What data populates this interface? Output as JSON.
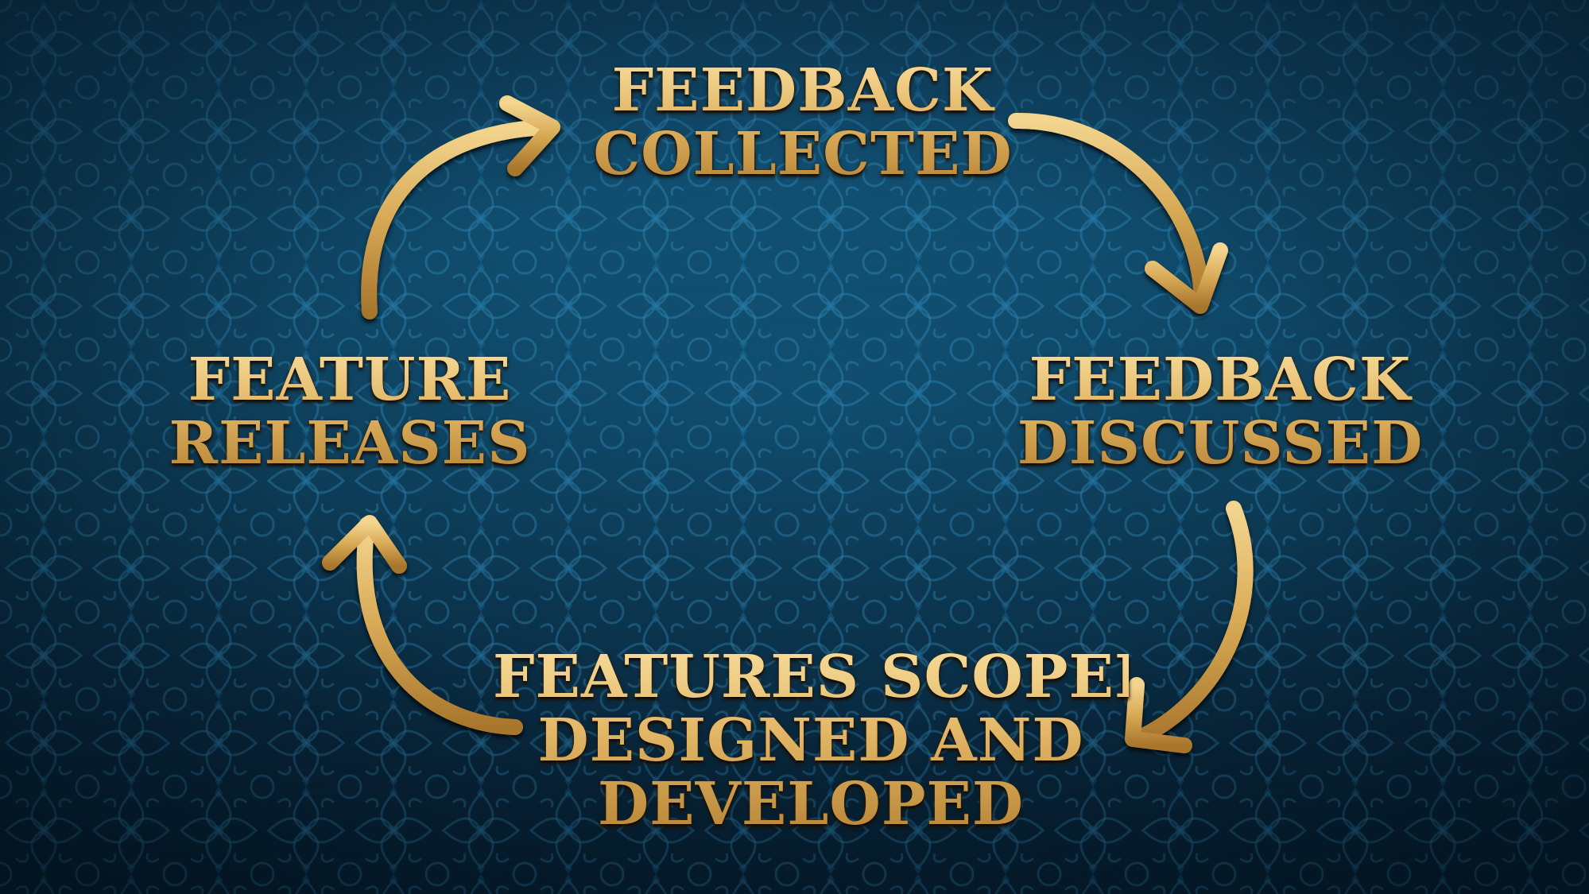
{
  "diagram": {
    "stages": [
      {
        "id": "collected",
        "lines": [
          "FEEDBACK",
          "COLLECTED"
        ]
      },
      {
        "id": "discussed",
        "lines": [
          "FEEDBACK",
          "DISCUSSED"
        ]
      },
      {
        "id": "developed",
        "lines": [
          "FEATURES SCOPED,",
          "DESIGNED AND",
          "DEVELOPED"
        ]
      },
      {
        "id": "releases",
        "lines": [
          "FEATURE",
          "RELEASES"
        ]
      }
    ],
    "flow": [
      {
        "from": "collected",
        "to": "discussed"
      },
      {
        "from": "discussed",
        "to": "developed"
      },
      {
        "from": "developed",
        "to": "releases"
      },
      {
        "from": "releases",
        "to": "collected"
      }
    ],
    "colors": {
      "background": "#135a80",
      "text_gold": "#e2b868",
      "arrow_gold": "#d7a955"
    }
  }
}
